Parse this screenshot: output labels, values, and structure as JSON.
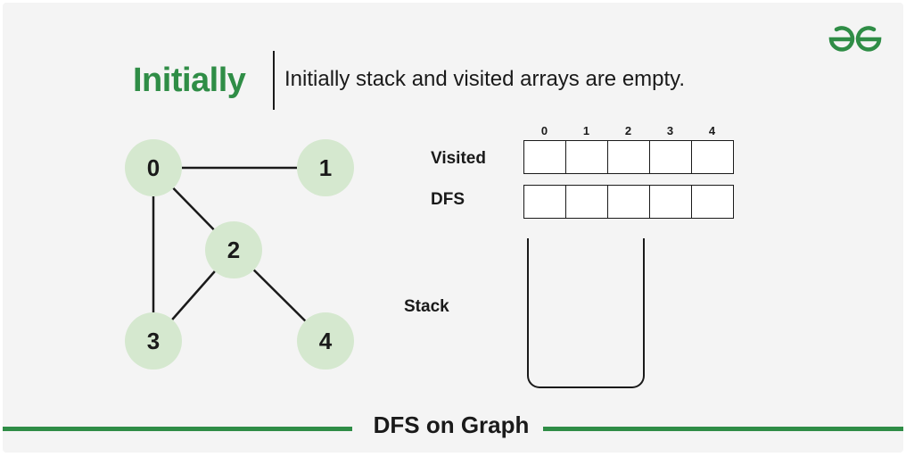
{
  "logo": {
    "icon": "gfg-logo-icon",
    "color": "#2f8d46"
  },
  "heading": {
    "title": "Initially",
    "subtitle": "Initially stack and visited arrays are empty."
  },
  "graph": {
    "nodes": [
      {
        "id": "0",
        "label": "0"
      },
      {
        "id": "1",
        "label": "1"
      },
      {
        "id": "2",
        "label": "2"
      },
      {
        "id": "3",
        "label": "3"
      },
      {
        "id": "4",
        "label": "4"
      }
    ],
    "edges": [
      [
        "0",
        "1"
      ],
      [
        "0",
        "2"
      ],
      [
        "0",
        "3"
      ],
      [
        "2",
        "3"
      ],
      [
        "2",
        "4"
      ]
    ],
    "node_color": "#d5e8cf",
    "edge_color": "#1a1a1a"
  },
  "arrays": {
    "indices": [
      "0",
      "1",
      "2",
      "3",
      "4"
    ],
    "visited_label": "Visited",
    "visited_values": [
      "",
      "",
      "",
      "",
      ""
    ],
    "dfs_label": "DFS",
    "dfs_values": [
      "",
      "",
      "",
      "",
      ""
    ]
  },
  "stack": {
    "label": "Stack",
    "items": []
  },
  "footer": {
    "title": "DFS on Graph",
    "accent": "#2f8d46"
  }
}
